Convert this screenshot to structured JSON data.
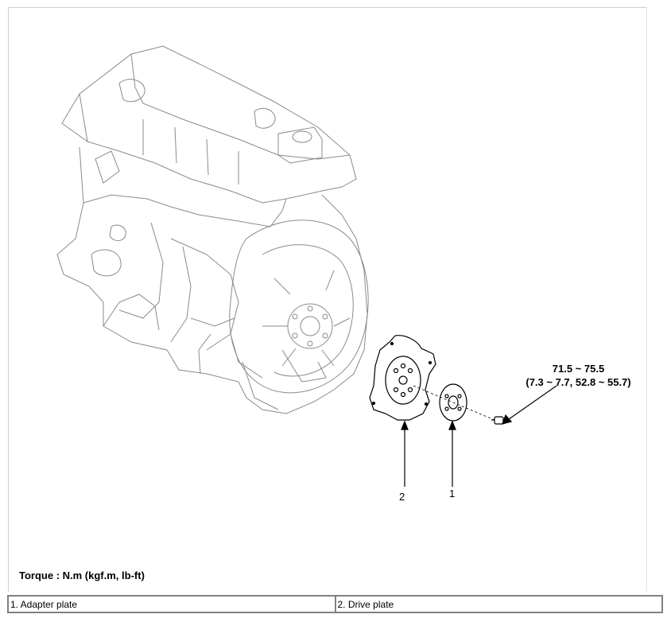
{
  "diagram": {
    "callouts": {
      "part_2": "2",
      "part_1": "1"
    },
    "torque_spec": {
      "value": "71.5 ~ 75.5",
      "conversions": "(7.3 ~ 7.7, 52.8 ~ 55.7)"
    },
    "torque_unit_label": "Torque : N.m (kgf.m, lb-ft)"
  },
  "legend": {
    "items": [
      {
        "label": "1. Adapter plate"
      },
      {
        "label": "2. Drive plate"
      }
    ]
  }
}
